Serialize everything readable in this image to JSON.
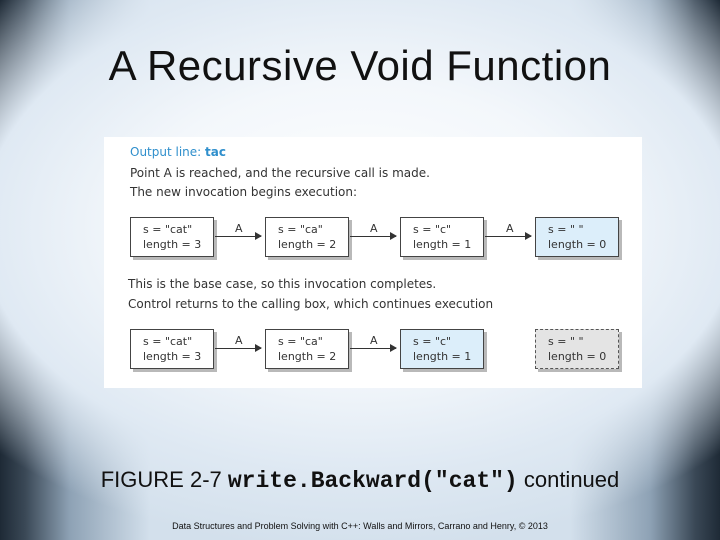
{
  "slide": {
    "title": "A Recursive Void Function"
  },
  "figure": {
    "output_label": "Output line:",
    "output_value": "tac",
    "line1": "Point A is reached, and the recursive call is made.",
    "line2": "The new invocation begins execution:",
    "line3": "This is the base case, so this invocation completes.",
    "line4": "Control returns to the calling box, which continues execution",
    "row1": [
      {
        "s": "s = \"cat\"",
        "length": "length = 3"
      },
      {
        "s": "s = \"ca\"",
        "length": "length = 2"
      },
      {
        "s": "s = \"c\"",
        "length": "length = 1"
      },
      {
        "s": "s = \" \"",
        "length": "length = 0"
      }
    ],
    "row2": [
      {
        "s": "s = \"cat\"",
        "length": "length = 3"
      },
      {
        "s": "s = \"ca\"",
        "length": "length = 2"
      },
      {
        "s": "s = \"c\"",
        "length": "length = 1"
      },
      {
        "s": "s = \" \"",
        "length": "length = 0"
      }
    ],
    "arrow_label": "A"
  },
  "caption": {
    "prefix": "FIGURE 2-7 ",
    "code": "write.Backward(\"cat\")",
    "suffix": " continued"
  },
  "footer": "Data Structures and Problem Solving with C++: Walls and Mirrors, Carrano and Henry, © 2013"
}
